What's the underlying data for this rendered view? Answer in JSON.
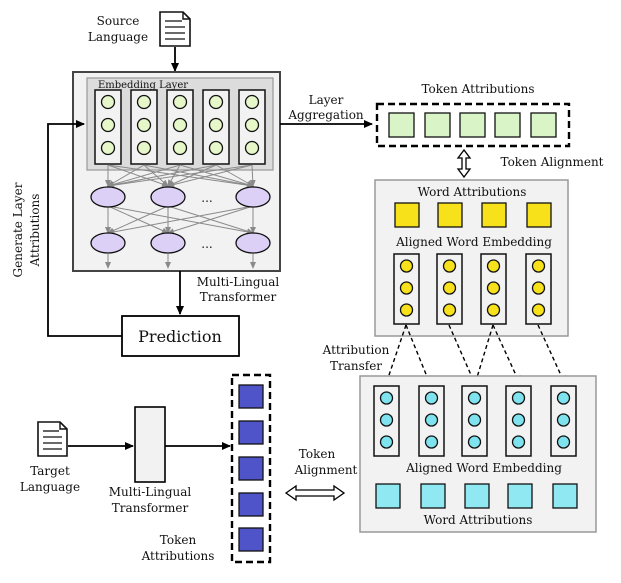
{
  "labels": {
    "source_language_l1": "Source",
    "source_language_l2": "Language",
    "embedding_layer": "Embedding Layer",
    "ellipsis": "...",
    "layer_aggregation_l1": "Layer",
    "layer_aggregation_l2": "Aggregation",
    "token_attributions_top": "Token Attributions",
    "token_alignment_top": "Token Alignment",
    "word_attributions_top": "Word Attributions",
    "aligned_word_embedding_top": "Aligned Word Embedding",
    "generate_layer_attributions_l1": "Generate Layer",
    "generate_layer_attributions_l2": "Attributions",
    "mlt_main_l1": "Multi-Lingual",
    "mlt_main_l2": "Transformer",
    "prediction": "Prediction",
    "attribution_transfer_l1": "Attribution",
    "attribution_transfer_l2": "Transfer",
    "target_language_l1": "Target",
    "target_language_l2": "Language",
    "mlt_small_l1": "Multi-Lingual",
    "mlt_small_l2": "Transformer",
    "token_alignment_bottom_l1": "Token",
    "token_alignment_bottom_l2": "Alignment",
    "aligned_word_embedding_bottom": "Aligned Word Embedding",
    "word_attributions_bottom": "Word Attributions",
    "token_attributions_bottom_l1": "Token",
    "token_attributions_bottom_l2": "Attributions"
  },
  "colors": {
    "token_attribution_fill": "#d9f5c8",
    "word_attribution_source": "#f7e11a",
    "aligned_circle_source": "#f7e11a",
    "embedding_circle": "#e6f7c9",
    "transformer_node": "#ddd0f7",
    "target_circle": "#7ee3ee",
    "target_word_attribution": "#8fe8f2",
    "target_token_attribution": "#4f55c9",
    "panel_fill": "#f2f2f2",
    "panel_stroke": "#9a9a9a"
  }
}
